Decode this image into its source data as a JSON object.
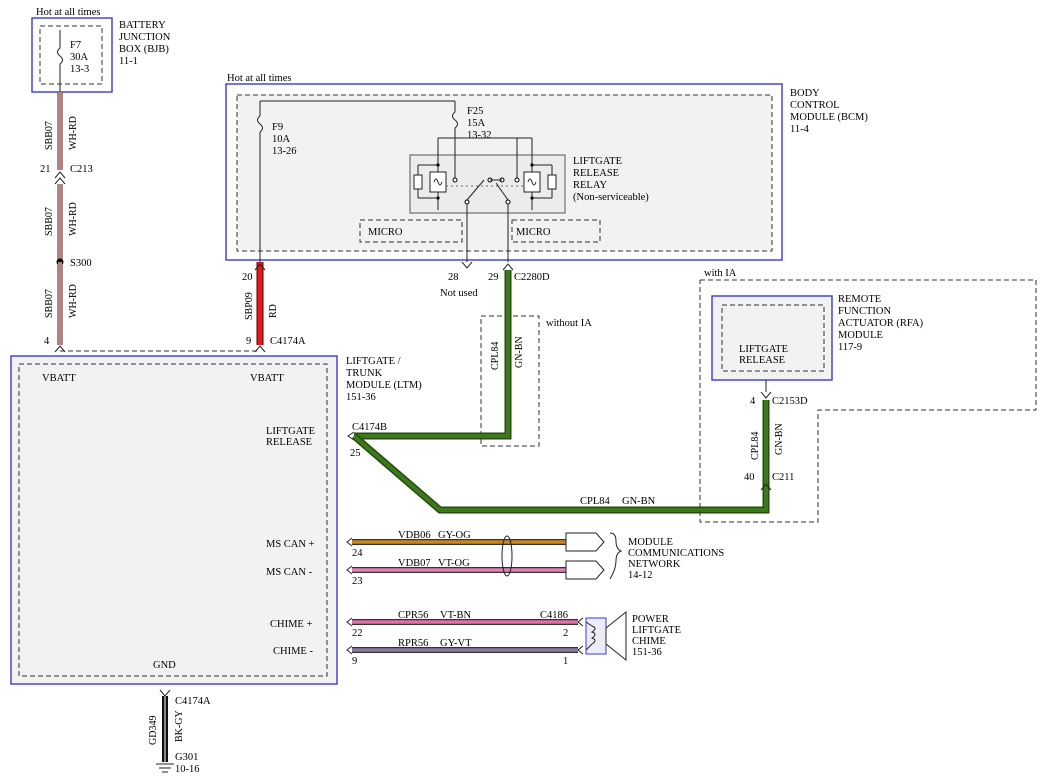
{
  "colors": {
    "wh_rd_stripe": "#d01010",
    "rd": "#e01818",
    "gn_bn": "#3b7a1a",
    "gn_bn_edge": "#2a4a10",
    "gy_og": "#c8861c",
    "vt_og": "#e080b8",
    "vt_bn": "#e070a8",
    "gy_vt": "#8a7aa0",
    "module_border": "#3a3ad0"
  },
  "bjb": {
    "hot_label": "Hot at all times",
    "name_line1": "BATTERY",
    "name_line2": "JUNCTION",
    "name_line3": "BOX (BJB)",
    "ref": "11-1",
    "fuse_id": "F7",
    "fuse_rating": "30A",
    "fuse_ref": "13-3"
  },
  "left_circuit": {
    "circuit_upper": "SBB07",
    "color_upper": "WH-RD",
    "pin_c213": "21",
    "connector_c213": "C213",
    "circuit_mid": "SBB07",
    "color_mid": "WH-RD",
    "splice": "S300",
    "circuit_lower": "SBB07",
    "color_lower": "WH-RD",
    "pin_ltm": "4"
  },
  "bcm": {
    "hot_label": "Hot at all times",
    "name_line1": "BODY",
    "name_line2": "CONTROL",
    "name_line3": "MODULE (BCM)",
    "ref": "11-4",
    "f9_id": "F9",
    "f9_rating": "10A",
    "f9_ref": "13-26",
    "f25_id": "F25",
    "f25_rating": "15A",
    "f25_ref": "13-32",
    "relay_line1": "LIFTGATE",
    "relay_line2": "RELEASE",
    "relay_line3": "RELAY",
    "relay_line4": "(Non-serviceable)",
    "micro_left": "MICRO",
    "micro_right": "MICRO",
    "pin_20": "20",
    "pin_28": "28",
    "pin_29": "29",
    "connector": "C2280D",
    "not_used": "Not used"
  },
  "sbp09": {
    "circuit": "SBP09",
    "color": "RD",
    "pin": "9",
    "connector": "C4174A"
  },
  "ltm": {
    "name_line1": "LIFTGATE /",
    "name_line2": "TRUNK",
    "name_line3": "MODULE (LTM)",
    "ref": "151-36",
    "vbatt_left": "VBATT",
    "vbatt_right": "VBATT",
    "liftgate_line1": "LIFTGATE",
    "liftgate_line2": "RELEASE",
    "ms_can_plus": "MS CAN +",
    "ms_can_minus": "MS CAN -",
    "chime_plus": "CHIME +",
    "chime_minus": "CHIME -",
    "gnd": "GND"
  },
  "liftgate_release": {
    "connector": "C4174B",
    "pin": "25",
    "without_ia": "without IA",
    "circuit_vertical": "CPL84",
    "color_vertical": "GN-BN",
    "circuit_bottom": "CPL84",
    "color_bottom": "GN-BN"
  },
  "rfa": {
    "with_ia": "with IA",
    "name_line1": "REMOTE",
    "name_line2": "FUNCTION",
    "name_line3": "ACTUATOR (RFA)",
    "name_line4": "MODULE",
    "ref": "117-9",
    "inner_line1": "LIFTGATE",
    "inner_line2": "RELEASE",
    "pin_top": "4",
    "connector_top": "C2153D",
    "circuit": "CPL84",
    "color": "GN-BN",
    "pin_bottom": "40",
    "connector_bottom": "C211"
  },
  "can": {
    "pin_plus": "24",
    "circuit_plus": "VDB06",
    "color_plus": "GY-OG",
    "pin_minus": "23",
    "circuit_minus": "VDB07",
    "color_minus": "VT-OG",
    "network_line1": "MODULE",
    "network_line2": "COMMUNICATIONS",
    "network_line3": "NETWORK",
    "network_ref": "14-12"
  },
  "chime": {
    "pin_plus": "22",
    "circuit_plus": "CPR56",
    "color_plus": "VT-BN",
    "connector": "C4186",
    "pin_plus_end": "2",
    "pin_minus": "9",
    "circuit_minus": "RPR56",
    "color_minus": "GY-VT",
    "pin_minus_end": "1",
    "name_line1": "POWER",
    "name_line2": "LIFTGATE",
    "name_line3": "CHIME",
    "ref": "151-36"
  },
  "ground": {
    "connector": "C4174A",
    "circuit": "GD349",
    "color": "BK-GY",
    "ground_id": "G301",
    "ref": "10-16"
  }
}
